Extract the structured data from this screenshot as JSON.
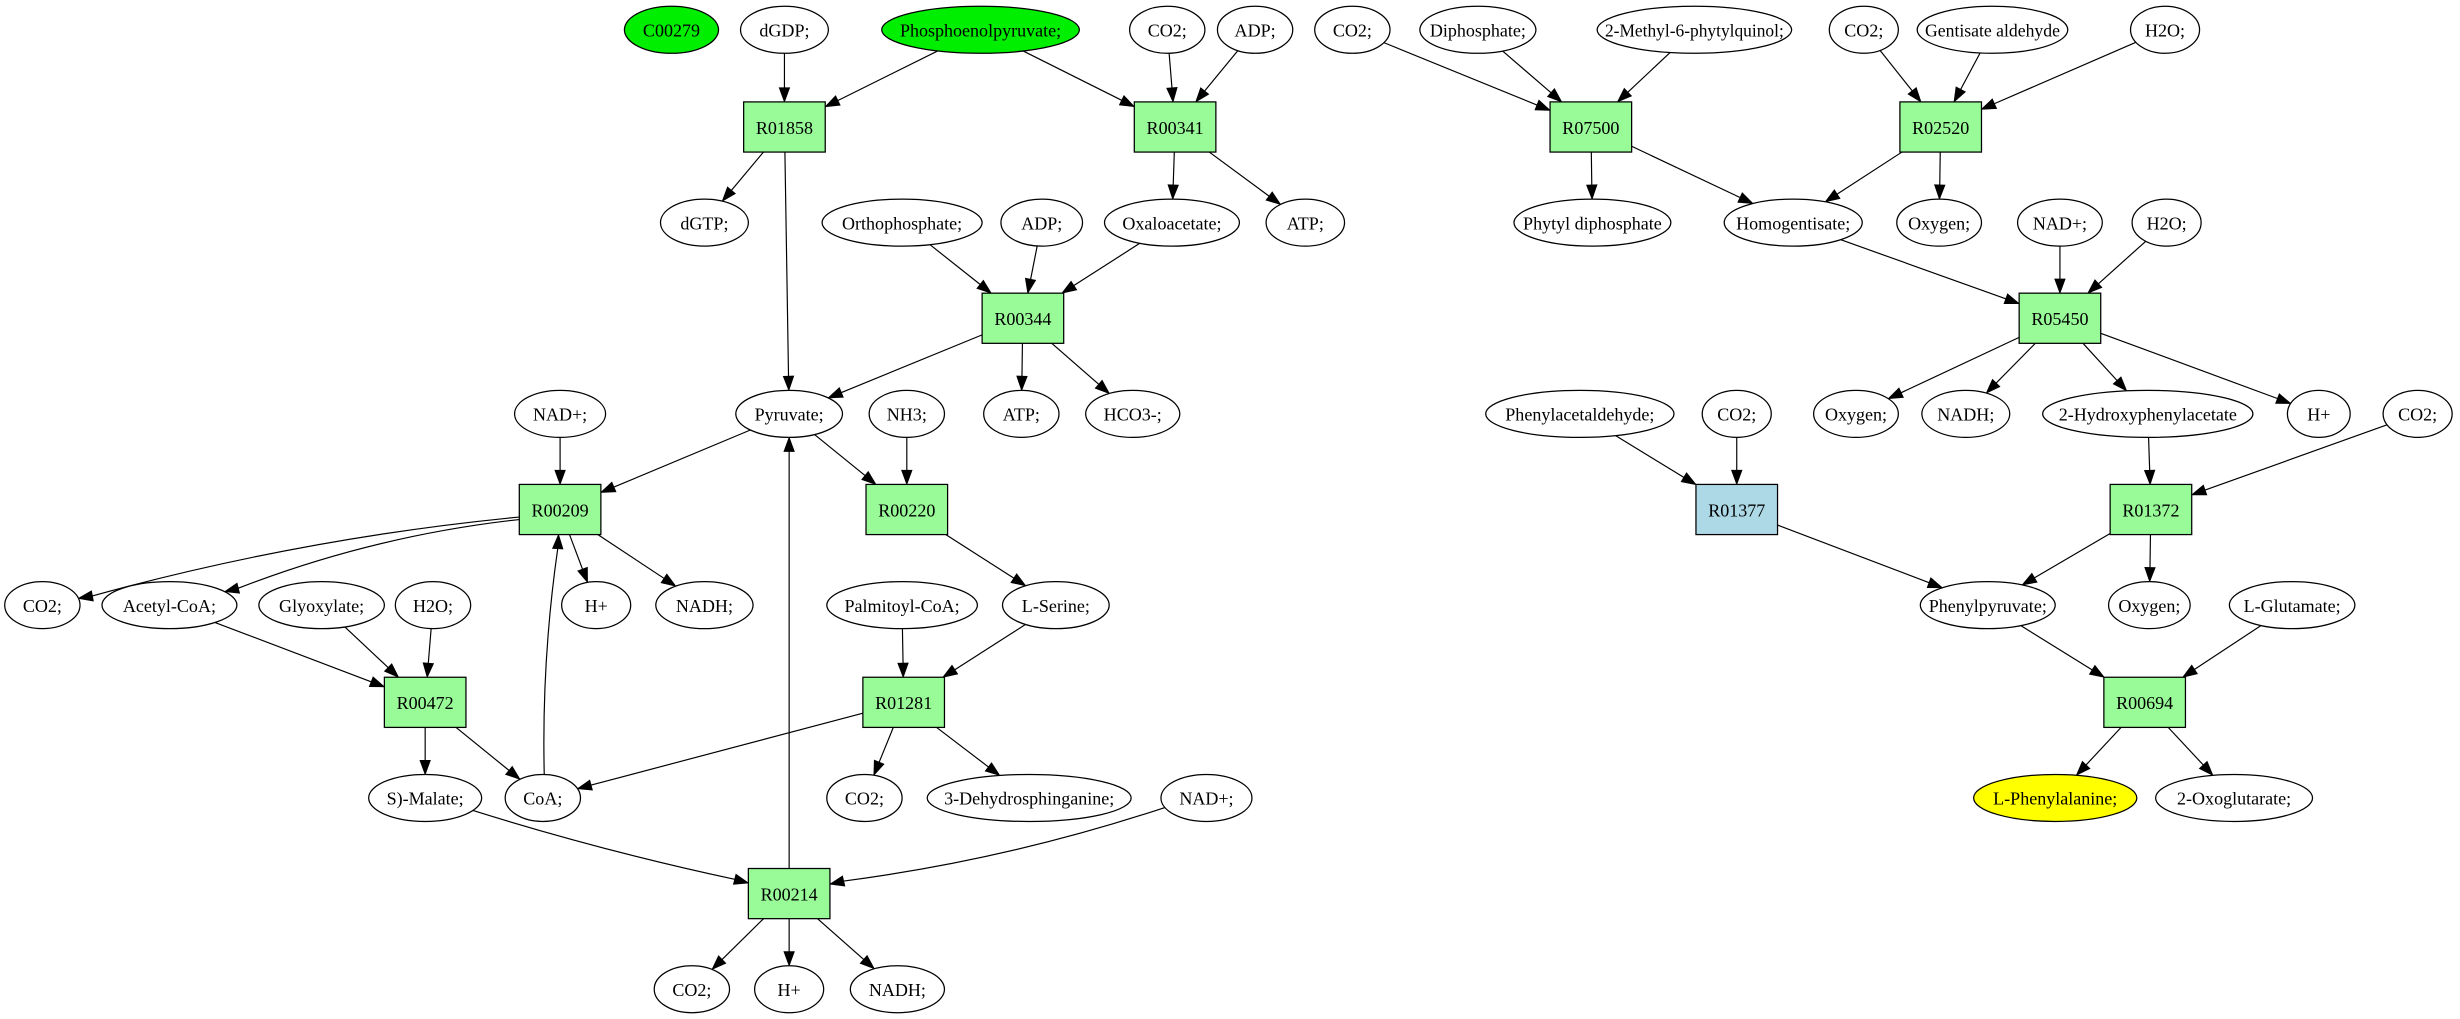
{
  "colors": {
    "reaction_default": "#98fb98",
    "reaction_highlight": "#add8e6",
    "compound_default": "#ffffff",
    "compound_source": "#00ee00",
    "compound_target": "#ffff00",
    "edge": "#000000"
  },
  "nodes": [
    {
      "id": "c_c00279",
      "label": "C00279",
      "kind": "compound",
      "fill": "compound_source"
    },
    {
      "id": "c_dgdp",
      "label": "dGDP;",
      "kind": "compound",
      "fill": "compound_default"
    },
    {
      "id": "c_pep",
      "label": "Phosphoenolpyruvate;",
      "kind": "compound",
      "fill": "compound_source"
    },
    {
      "id": "c_co2_a",
      "label": "CO2;",
      "kind": "compound",
      "fill": "compound_default"
    },
    {
      "id": "c_adp_a",
      "label": "ADP;",
      "kind": "compound",
      "fill": "compound_default"
    },
    {
      "id": "c_co2_b",
      "label": "CO2;",
      "kind": "compound",
      "fill": "compound_default"
    },
    {
      "id": "c_diphosphate",
      "label": "Diphosphate;",
      "kind": "compound",
      "fill": "compound_default"
    },
    {
      "id": "c_methylphytylquinol",
      "label": "2-Methyl-6-phytylquinol;",
      "kind": "compound",
      "fill": "compound_default"
    },
    {
      "id": "c_co2_c",
      "label": "CO2;",
      "kind": "compound",
      "fill": "compound_default"
    },
    {
      "id": "c_gentisate_aldehyde",
      "label": "Gentisate aldehyde",
      "kind": "compound",
      "fill": "compound_default"
    },
    {
      "id": "c_h2o_a",
      "label": "H2O;",
      "kind": "compound",
      "fill": "compound_default"
    },
    {
      "id": "r_R01858",
      "label": "R01858",
      "kind": "reaction",
      "fill": "reaction_default"
    },
    {
      "id": "r_R00341",
      "label": "R00341",
      "kind": "reaction",
      "fill": "reaction_default"
    },
    {
      "id": "r_R07500",
      "label": "R07500",
      "kind": "reaction",
      "fill": "reaction_default"
    },
    {
      "id": "r_R02520",
      "label": "R02520",
      "kind": "reaction",
      "fill": "reaction_default"
    },
    {
      "id": "c_dgtp",
      "label": "dGTP;",
      "kind": "compound",
      "fill": "compound_default"
    },
    {
      "id": "c_orthophosphate",
      "label": "Orthophosphate;",
      "kind": "compound",
      "fill": "compound_default"
    },
    {
      "id": "c_adp_b",
      "label": "ADP;",
      "kind": "compound",
      "fill": "compound_default"
    },
    {
      "id": "c_oxaloacetate",
      "label": "Oxaloacetate;",
      "kind": "compound",
      "fill": "compound_default"
    },
    {
      "id": "c_atp_a",
      "label": "ATP;",
      "kind": "compound",
      "fill": "compound_default"
    },
    {
      "id": "c_phytyl_diphosphate",
      "label": "Phytyl diphosphate",
      "kind": "compound",
      "fill": "compound_default"
    },
    {
      "id": "c_homogentisate",
      "label": "Homogentisate;",
      "kind": "compound",
      "fill": "compound_default"
    },
    {
      "id": "c_oxygen_a",
      "label": "Oxygen;",
      "kind": "compound",
      "fill": "compound_default"
    },
    {
      "id": "c_nad_a",
      "label": "NAD+;",
      "kind": "compound",
      "fill": "compound_default"
    },
    {
      "id": "c_h2o_b",
      "label": "H2O;",
      "kind": "compound",
      "fill": "compound_default"
    },
    {
      "id": "r_R00344",
      "label": "R00344",
      "kind": "reaction",
      "fill": "reaction_default"
    },
    {
      "id": "r_R05450",
      "label": "R05450",
      "kind": "reaction",
      "fill": "reaction_default"
    },
    {
      "id": "c_nad_b",
      "label": "NAD+;",
      "kind": "compound",
      "fill": "compound_default"
    },
    {
      "id": "c_pyruvate",
      "label": "Pyruvate;",
      "kind": "compound",
      "fill": "compound_default"
    },
    {
      "id": "c_nh3",
      "label": "NH3;",
      "kind": "compound",
      "fill": "compound_default"
    },
    {
      "id": "c_atp_b",
      "label": "ATP;",
      "kind": "compound",
      "fill": "compound_default"
    },
    {
      "id": "c_hco3",
      "label": "HCO3-;",
      "kind": "compound",
      "fill": "compound_default"
    },
    {
      "id": "c_phenylacetaldehyde",
      "label": "Phenylacetaldehyde;",
      "kind": "compound",
      "fill": "compound_default"
    },
    {
      "id": "c_co2_d",
      "label": "CO2;",
      "kind": "compound",
      "fill": "compound_default"
    },
    {
      "id": "c_oxygen_b",
      "label": "Oxygen;",
      "kind": "compound",
      "fill": "compound_default"
    },
    {
      "id": "c_nadh_a",
      "label": "NADH;",
      "kind": "compound",
      "fill": "compound_default"
    },
    {
      "id": "c_hydroxyphenylacetate",
      "label": "2-Hydroxyphenylacetate",
      "kind": "compound",
      "fill": "compound_default"
    },
    {
      "id": "c_hplus_a",
      "label": "H+",
      "kind": "compound",
      "fill": "compound_default"
    },
    {
      "id": "c_co2_e",
      "label": "CO2;",
      "kind": "compound",
      "fill": "compound_default"
    },
    {
      "id": "r_R00209",
      "label": "R00209",
      "kind": "reaction",
      "fill": "reaction_default"
    },
    {
      "id": "r_R00220",
      "label": "R00220",
      "kind": "reaction",
      "fill": "reaction_default"
    },
    {
      "id": "r_R01377",
      "label": "R01377",
      "kind": "reaction",
      "fill": "reaction_highlight"
    },
    {
      "id": "r_R01372",
      "label": "R01372",
      "kind": "reaction",
      "fill": "reaction_default"
    },
    {
      "id": "c_co2_f",
      "label": "CO2;",
      "kind": "compound",
      "fill": "compound_default"
    },
    {
      "id": "c_acetylcoa",
      "label": "Acetyl-CoA;",
      "kind": "compound",
      "fill": "compound_default"
    },
    {
      "id": "c_glyoxylate",
      "label": "Glyoxylate;",
      "kind": "compound",
      "fill": "compound_default"
    },
    {
      "id": "c_h2o_c",
      "label": "H2O;",
      "kind": "compound",
      "fill": "compound_default"
    },
    {
      "id": "c_hplus_b",
      "label": "H+",
      "kind": "compound",
      "fill": "compound_default"
    },
    {
      "id": "c_nadh_b",
      "label": "NADH;",
      "kind": "compound",
      "fill": "compound_default"
    },
    {
      "id": "c_palmitoylcoa",
      "label": "Palmitoyl-CoA;",
      "kind": "compound",
      "fill": "compound_default"
    },
    {
      "id": "c_lserine",
      "label": "L-Serine;",
      "kind": "compound",
      "fill": "compound_default"
    },
    {
      "id": "c_phenylpyruvate",
      "label": "Phenylpyruvate;",
      "kind": "compound",
      "fill": "compound_default"
    },
    {
      "id": "c_oxygen_c",
      "label": "Oxygen;",
      "kind": "compound",
      "fill": "compound_default"
    },
    {
      "id": "c_lglutamate",
      "label": "L-Glutamate;",
      "kind": "compound",
      "fill": "compound_default"
    },
    {
      "id": "r_R00472",
      "label": "R00472",
      "kind": "reaction",
      "fill": "reaction_default"
    },
    {
      "id": "r_R01281",
      "label": "R01281",
      "kind": "reaction",
      "fill": "reaction_default"
    },
    {
      "id": "r_R00694",
      "label": "R00694",
      "kind": "reaction",
      "fill": "reaction_default"
    },
    {
      "id": "c_smalate",
      "label": "S)-Malate;",
      "kind": "compound",
      "fill": "compound_default"
    },
    {
      "id": "c_coa",
      "label": "CoA;",
      "kind": "compound",
      "fill": "compound_default"
    },
    {
      "id": "c_co2_g",
      "label": "CO2;",
      "kind": "compound",
      "fill": "compound_default"
    },
    {
      "id": "c_dehydrosphinganine",
      "label": "3-Dehydrosphinganine;",
      "kind": "compound",
      "fill": "compound_default"
    },
    {
      "id": "c_nad_c",
      "label": "NAD+;",
      "kind": "compound",
      "fill": "compound_default"
    },
    {
      "id": "c_lphenylalanine",
      "label": "L-Phenylalanine;",
      "kind": "compound",
      "fill": "compound_target"
    },
    {
      "id": "c_oxoglutarate",
      "label": "2-Oxoglutarate;",
      "kind": "compound",
      "fill": "compound_default"
    },
    {
      "id": "r_R00214",
      "label": "R00214",
      "kind": "reaction",
      "fill": "reaction_default"
    },
    {
      "id": "c_co2_h",
      "label": "CO2;",
      "kind": "compound",
      "fill": "compound_default"
    },
    {
      "id": "c_hplus_c",
      "label": "H+",
      "kind": "compound",
      "fill": "compound_default"
    },
    {
      "id": "c_nadh_c",
      "label": "NADH;",
      "kind": "compound",
      "fill": "compound_default"
    }
  ],
  "edges": [
    [
      "c_dgdp",
      "r_R01858"
    ],
    [
      "c_pep",
      "r_R01858"
    ],
    [
      "c_pep",
      "r_R00341"
    ],
    [
      "c_co2_a",
      "r_R00341"
    ],
    [
      "c_adp_a",
      "r_R00341"
    ],
    [
      "r_R01858",
      "c_dgtp"
    ],
    [
      "r_R01858",
      "c_pyruvate"
    ],
    [
      "r_R00341",
      "c_oxaloacetate"
    ],
    [
      "r_R00341",
      "c_atp_a"
    ],
    [
      "c_orthophosphate",
      "r_R00344"
    ],
    [
      "c_adp_b",
      "r_R00344"
    ],
    [
      "c_oxaloacetate",
      "r_R00344"
    ],
    [
      "r_R00344",
      "c_pyruvate"
    ],
    [
      "r_R00344",
      "c_atp_b"
    ],
    [
      "r_R00344",
      "c_hco3"
    ],
    [
      "c_nad_b",
      "r_R00209"
    ],
    [
      "c_pyruvate",
      "r_R00209"
    ],
    [
      "c_pyruvate",
      "r_R00220"
    ],
    [
      "c_nh3",
      "r_R00220"
    ],
    [
      "r_R00209",
      "c_co2_f"
    ],
    [
      "r_R00209",
      "c_acetylcoa"
    ],
    [
      "r_R00209",
      "c_hplus_b"
    ],
    [
      "r_R00209",
      "c_nadh_b"
    ],
    [
      "c_coa",
      "r_R00209"
    ],
    [
      "r_R00220",
      "c_lserine"
    ],
    [
      "c_acetylcoa",
      "r_R00472"
    ],
    [
      "c_glyoxylate",
      "r_R00472"
    ],
    [
      "c_h2o_c",
      "r_R00472"
    ],
    [
      "r_R00472",
      "c_smalate"
    ],
    [
      "r_R00472",
      "c_coa"
    ],
    [
      "c_palmitoylcoa",
      "r_R01281"
    ],
    [
      "c_lserine",
      "r_R01281"
    ],
    [
      "r_R01281",
      "c_coa"
    ],
    [
      "r_R01281",
      "c_co2_g"
    ],
    [
      "r_R01281",
      "c_dehydrosphinganine"
    ],
    [
      "c_smalate",
      "r_R00214"
    ],
    [
      "c_nad_c",
      "r_R00214"
    ],
    [
      "r_R00214",
      "c_pyruvate"
    ],
    [
      "r_R00214",
      "c_co2_h"
    ],
    [
      "r_R00214",
      "c_hplus_c"
    ],
    [
      "r_R00214",
      "c_nadh_c"
    ],
    [
      "c_co2_b",
      "r_R07500"
    ],
    [
      "c_diphosphate",
      "r_R07500"
    ],
    [
      "c_methylphytylquinol",
      "r_R07500"
    ],
    [
      "r_R07500",
      "c_phytyl_diphosphate"
    ],
    [
      "r_R07500",
      "c_homogentisate"
    ],
    [
      "c_co2_c",
      "r_R02520"
    ],
    [
      "c_gentisate_aldehyde",
      "r_R02520"
    ],
    [
      "c_h2o_a",
      "r_R02520"
    ],
    [
      "r_R02520",
      "c_homogentisate"
    ],
    [
      "r_R02520",
      "c_oxygen_a"
    ],
    [
      "c_homogentisate",
      "r_R05450"
    ],
    [
      "c_nad_a",
      "r_R05450"
    ],
    [
      "c_h2o_b",
      "r_R05450"
    ],
    [
      "r_R05450",
      "c_oxygen_b"
    ],
    [
      "r_R05450",
      "c_nadh_a"
    ],
    [
      "r_R05450",
      "c_hydroxyphenylacetate"
    ],
    [
      "r_R05450",
      "c_hplus_a"
    ],
    [
      "c_phenylacetaldehyde",
      "r_R01377"
    ],
    [
      "c_co2_d",
      "r_R01377"
    ],
    [
      "r_R01377",
      "c_phenylpyruvate"
    ],
    [
      "c_hydroxyphenylacetate",
      "r_R01372"
    ],
    [
      "c_co2_e",
      "r_R01372"
    ],
    [
      "r_R01372",
      "c_phenylpyruvate"
    ],
    [
      "r_R01372",
      "c_oxygen_c"
    ],
    [
      "c_phenylpyruvate",
      "r_R00694"
    ],
    [
      "c_lglutamate",
      "r_R00694"
    ],
    [
      "r_R00694",
      "c_lphenylalanine"
    ],
    [
      "r_R00694",
      "c_oxoglutarate"
    ]
  ]
}
